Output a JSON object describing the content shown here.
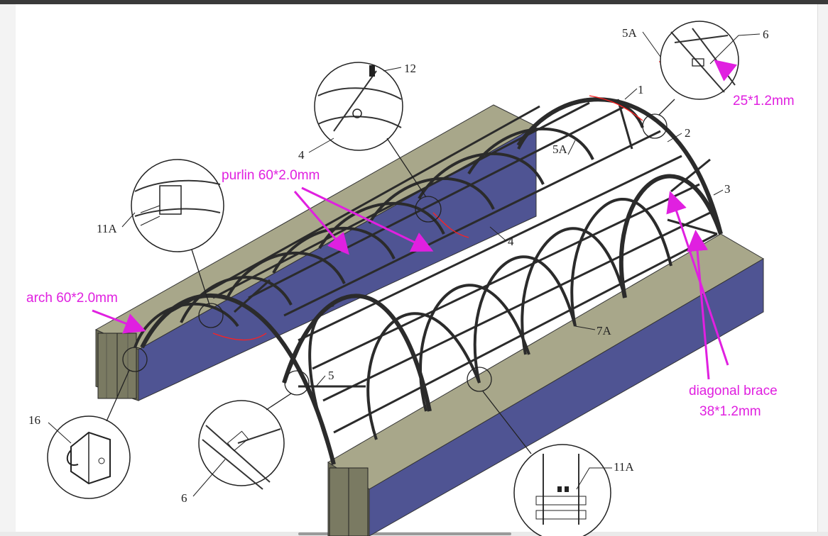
{
  "colors": {
    "magenta": "#e020e0",
    "container_top": "#a8a78a",
    "container_side": "#4f5493",
    "steel": "#2b2b2b",
    "cut_line": "#ff2020"
  },
  "callouts": {
    "purlin": "purlin 60*2.0mm",
    "arch": "arch 60*2.0mm",
    "brace_line1": "diagonal brace",
    "brace_line2": "38*1.2mm",
    "cable": "25*1.2mm"
  },
  "parts": {
    "p1": "1",
    "p2": "2",
    "p3": "3",
    "p4a": "4",
    "p4b": "4",
    "p5": "5",
    "p5a_top": "5A",
    "p5a_mid": "5A",
    "p6_top": "6",
    "p6_bottom": "6",
    "p7a": "7A",
    "p11a_left": "11A",
    "p11a_bottom": "11A",
    "p12": "12",
    "p16": "16"
  }
}
